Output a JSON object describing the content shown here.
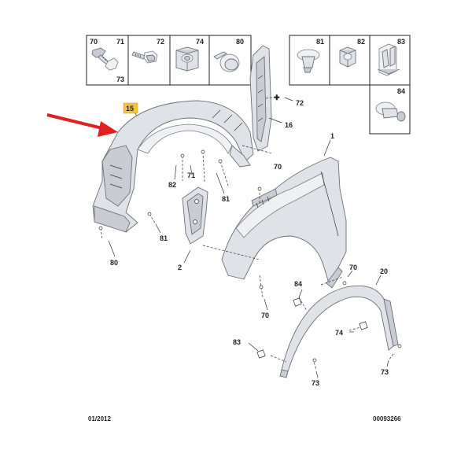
{
  "fastener_box_left": {
    "cells": [
      {
        "labels": [
          "70",
          "71",
          "73"
        ]
      },
      {
        "labels": [
          "72"
        ]
      },
      {
        "labels": [
          "74"
        ]
      },
      {
        "labels": [
          "80"
        ]
      }
    ]
  },
  "fastener_box_right": {
    "cells": [
      {
        "labels": [
          "81"
        ]
      },
      {
        "labels": [
          "82"
        ]
      },
      {
        "labels": [
          "83"
        ]
      }
    ],
    "extra": {
      "labels": [
        "84"
      ]
    }
  },
  "highlight": {
    "label": "15",
    "color": "#f5c242",
    "arrow_color": "#e02020"
  },
  "callouts": {
    "c72": "72",
    "c16": "16",
    "c1": "1",
    "c70a": "70",
    "c71": "71",
    "c82": "82",
    "c81a": "81",
    "c81b": "81",
    "c80": "80",
    "c2": "2",
    "c70b": "70",
    "c70c": "70",
    "c84": "84",
    "c20": "20",
    "c74": "74",
    "c83": "83",
    "c73a": "73",
    "c73b": "73"
  },
  "plus_mark": "✚",
  "footer": {
    "date": "01/2012",
    "ref": "00093266"
  }
}
